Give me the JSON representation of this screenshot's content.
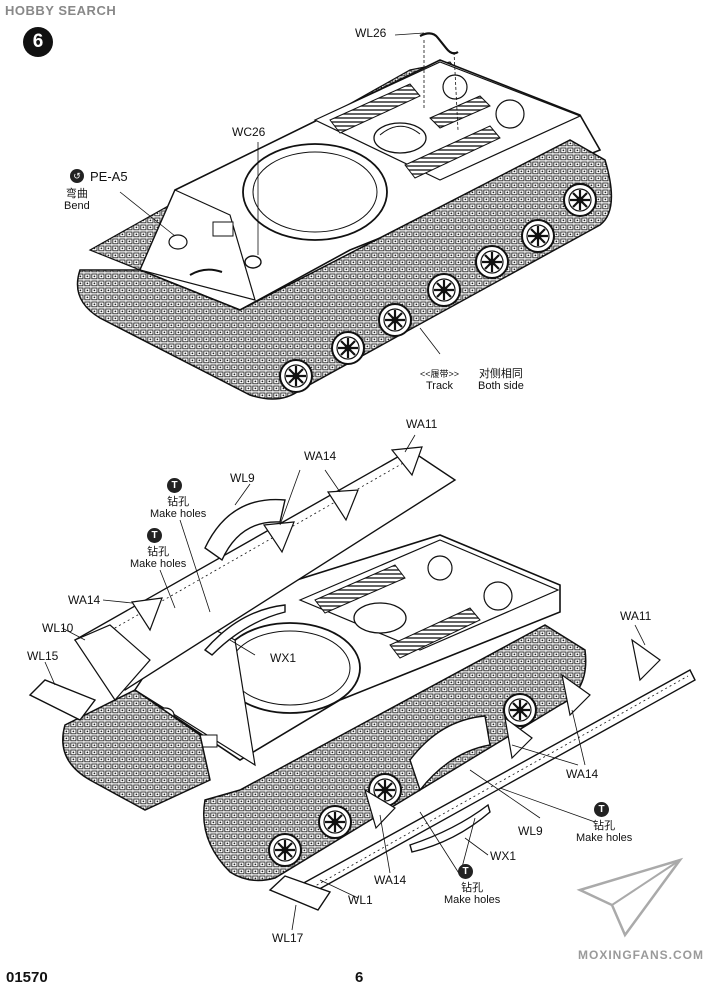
{
  "header": {
    "logo": "HOBBY SEARCH"
  },
  "step": {
    "number": "6"
  },
  "top_view": {
    "bend_note": {
      "part": "PE-A5",
      "cn": "弯曲",
      "en": "Bend"
    },
    "wc26": "WC26",
    "wl26": "WL26",
    "track": {
      "cn": "<<履带>>",
      "en": "Track"
    },
    "both_side": {
      "cn": "对侧相同",
      "en": "Both side"
    }
  },
  "bottom_view": {
    "parts": {
      "wa11_left": "WA11",
      "wa14_top": "WA14",
      "wl9_top": "WL9",
      "wa14_left": "WA14",
      "wl10": "WL10",
      "wl15": "WL15",
      "wx1_top": "WX1",
      "wa11_right": "WA11",
      "wa14_right": "WA14",
      "wl9_right": "WL9",
      "wx1_right": "WX1",
      "wa14_bottom": "WA14",
      "wl1": "WL1",
      "wl17": "WL17"
    },
    "holes": [
      {
        "cn": "钻孔",
        "en": "Make holes"
      },
      {
        "cn": "钻孔",
        "en": "Make holes"
      },
      {
        "cn": "钻孔",
        "en": "Make holes"
      },
      {
        "cn": "钻孔",
        "en": "Make holes"
      }
    ]
  },
  "footer": {
    "code": "01570",
    "page": "6",
    "watermark": "MOXINGFANS.COM"
  },
  "colors": {
    "ink": "#111111",
    "page": "#ffffff",
    "logo": "#888888"
  }
}
